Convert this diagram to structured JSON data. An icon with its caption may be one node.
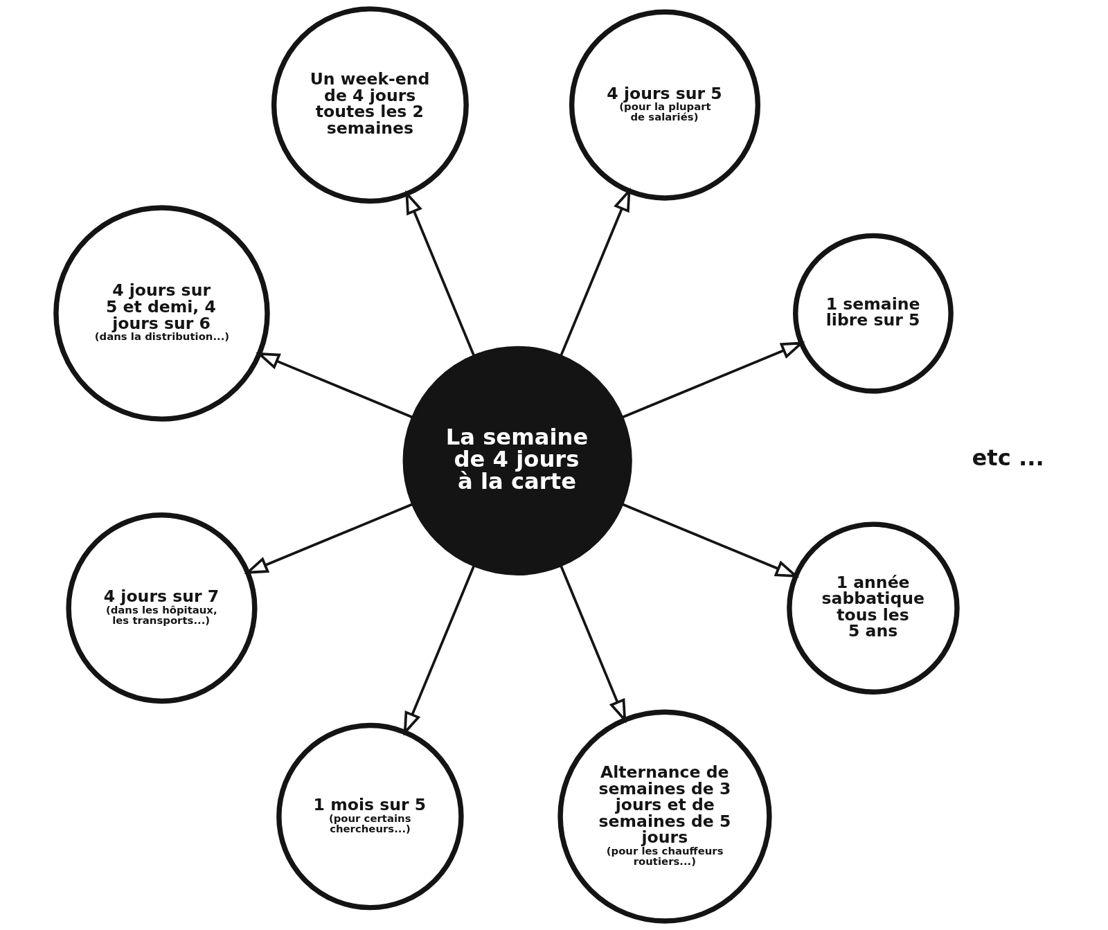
{
  "diagram": {
    "nodes": [
      {
        "text": [
          "La semaine de 4 jours à la carte"
        ]
      },
      {
        "text": [
          "4 jours sur 5",
          "(pour la plupart de salariés)"
        ]
      },
      {
        "text": [
          "1 semaine libre sur 5"
        ]
      },
      {
        "text": [
          "1 année sabbatique tous les 5 ans"
        ]
      },
      {
        "text": [
          "Alternance de semaines de 3 jours et de semaines de 5 jours",
          "(pour les chauffeurs routiers...)"
        ]
      },
      {
        "text": [
          "1 mois sur 5",
          "(pour certains chercheurs...)"
        ]
      },
      {
        "text": [
          "4 jours sur 7",
          "(dans les hôpitaux, les transports...)"
        ]
      },
      {
        "text": [
          "4 jours sur 5 et demi, 4 jours sur 6",
          "(dans la distribution...)"
        ]
      },
      {
        "text": [
          "Un week-end de 4 jours toutes les 2 semaines"
        ]
      }
    ],
    "edges": [
      {
        "from": 0,
        "to": 1,
        "arrow": "to"
      },
      {
        "from": 0,
        "to": 2,
        "arrow": "to"
      },
      {
        "from": 0,
        "to": 3,
        "arrow": "to"
      },
      {
        "from": 0,
        "to": 4,
        "arrow": "to"
      },
      {
        "from": 0,
        "to": 5,
        "arrow": "to"
      },
      {
        "from": 0,
        "to": 6,
        "arrow": "to"
      },
      {
        "from": 0,
        "to": 7,
        "arrow": "to"
      },
      {
        "from": 0,
        "to": 8,
        "arrow": "to"
      }
    ],
    "labels": [
      "etc ..."
    ]
  }
}
